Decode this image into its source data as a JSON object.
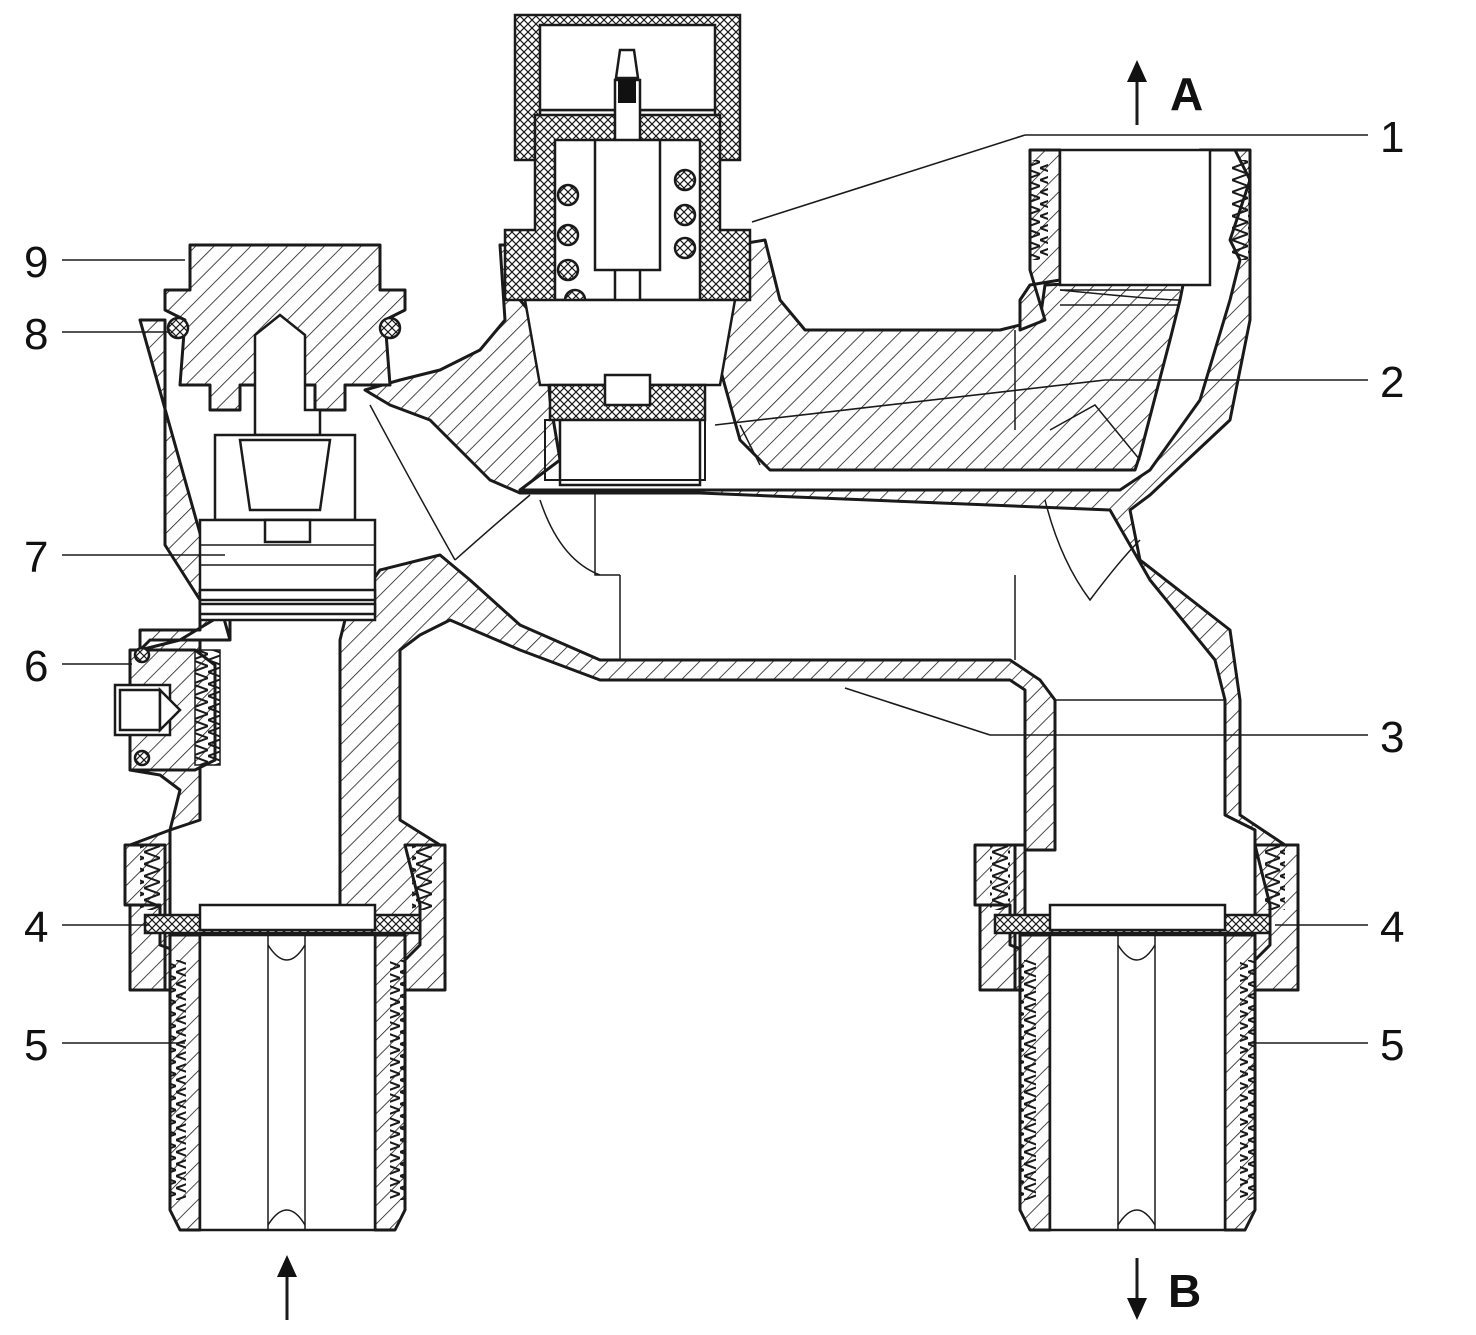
{
  "callouts": {
    "c1": "1",
    "c2": "2",
    "c3": "3",
    "c4_left": "4",
    "c4_right": "4",
    "c5_left": "5",
    "c5_right": "5",
    "c6": "6",
    "c7": "7",
    "c8": "8",
    "c9": "9"
  },
  "flow": {
    "outlet_a": "A",
    "outlet_b": "B"
  },
  "colors": {
    "line": "#1a1a1a",
    "background": "#ffffff"
  }
}
